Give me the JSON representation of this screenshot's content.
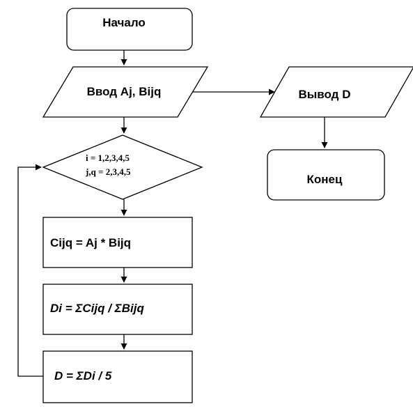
{
  "nodes": {
    "start": "Начало",
    "input": "Ввод Aj, Bijq",
    "condition_line1": "i = 1,2,3,4,5",
    "condition_line2": "j,q = 2,3,4,5",
    "compute_c": "Cijq = Aj * Bijq",
    "compute_di": "Di = ΣCijq / ΣBijq",
    "compute_d": "D = ΣDi / 5",
    "output": "Вывод D",
    "end": "Конец"
  }
}
